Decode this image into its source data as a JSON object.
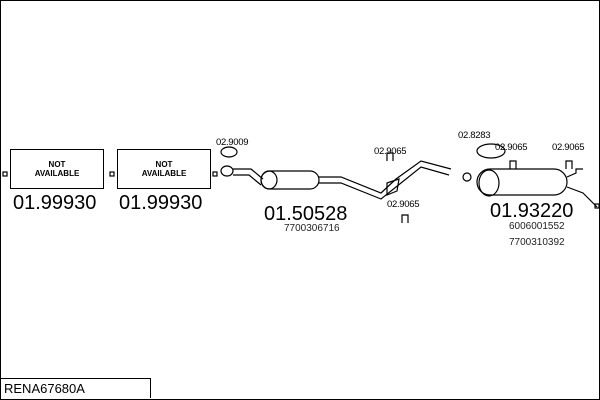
{
  "vehicle_code": "RENA67680A",
  "parts": [
    {
      "number": "01.99930",
      "status_line1": "NOT",
      "status_line2": "AVAILABLE"
    },
    {
      "number": "01.99930",
      "status_line1": "NOT",
      "status_line2": "AVAILABLE"
    },
    {
      "number": "01.50528",
      "oem": [
        "7700306716"
      ]
    },
    {
      "number": "01.93220",
      "oem": [
        "6006001552",
        "7700310392"
      ]
    }
  ],
  "accessories": [
    "02.9009",
    "02.9065",
    "02.9065",
    "02.8283",
    "02.9065",
    "02.9065"
  ]
}
